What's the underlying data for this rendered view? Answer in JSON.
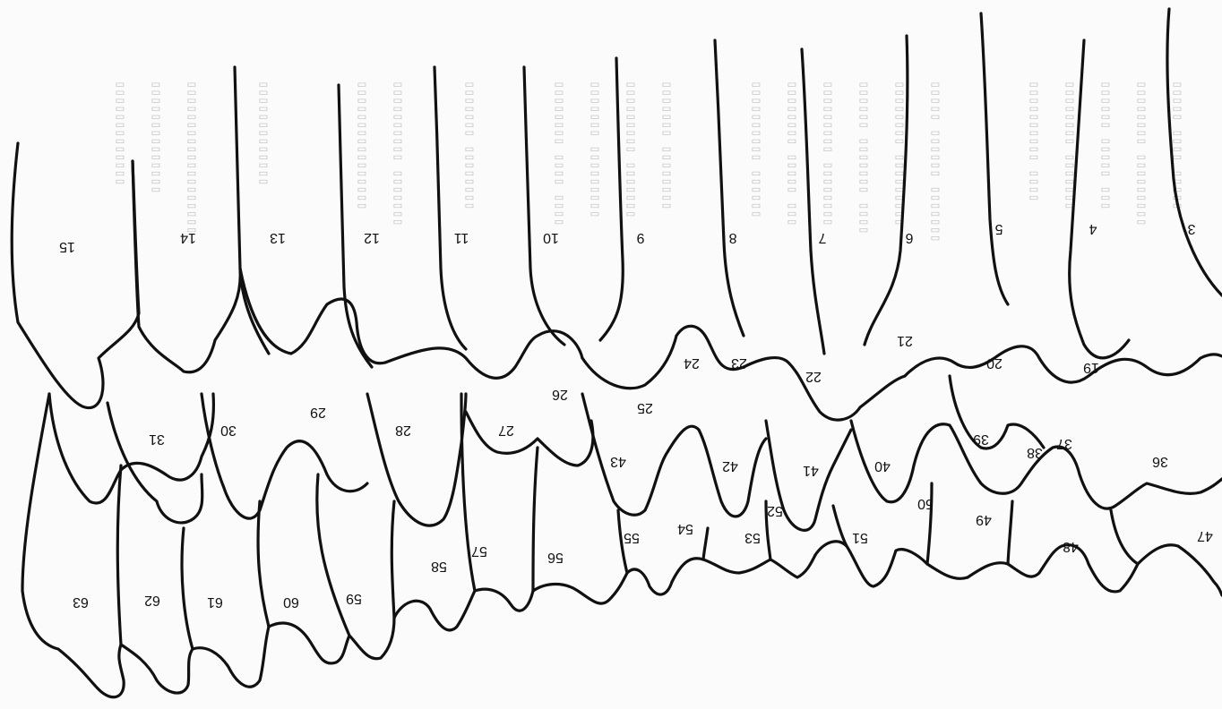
{
  "colors": {
    "ink": "#111111",
    "paper": "#fbfbfb",
    "bleed_text": "#c9c9c9"
  },
  "labels": [
    "3",
    "4",
    "5",
    "6",
    "7",
    "8",
    "9",
    "10",
    "11",
    "12",
    "13",
    "14",
    "15",
    "19",
    "20",
    "21",
    "22",
    "23",
    "24",
    "25",
    "26",
    "27",
    "28",
    "29",
    "30",
    "31",
    "36",
    "37",
    "38",
    "39",
    "40",
    "41",
    "42",
    "43",
    "47",
    "48",
    "49",
    "50",
    "51",
    "52",
    "53",
    "54",
    "55",
    "56",
    "57",
    "58",
    "59",
    "60",
    "61",
    "62",
    "63"
  ]
}
